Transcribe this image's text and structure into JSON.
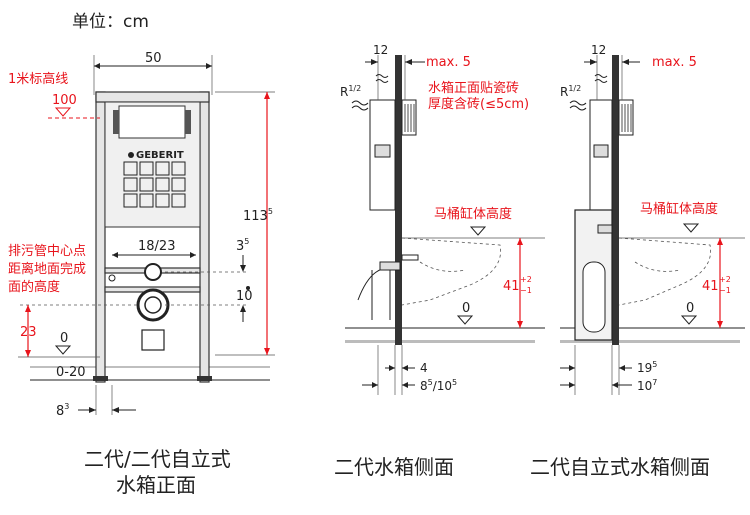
{
  "unit_label": "单位：cm",
  "front": {
    "width_dim": "50",
    "height_dim_main": "113",
    "height_dim_sup": "5",
    "ref_line_label": "1米标高线",
    "ref_value": "100",
    "brand": "GEBERIT",
    "pipe_dim": "18/23",
    "dim_3_main": "3",
    "dim_3_sup": "5",
    "dim_10": "10",
    "dim_23": "23",
    "zero": "0",
    "floor_range": "0-20",
    "foot_main": "8",
    "foot_sup": "3",
    "drain_note_1": "排污管中心点",
    "drain_note_2": "距离地面完成",
    "drain_note_3": "面的高度",
    "caption_1": "二代/二代自立式",
    "caption_2": "水箱正面"
  },
  "side1": {
    "dim_12": "12",
    "max_label": "max. 5",
    "r_label": "R",
    "r_frac": "1/2",
    "tile_note_1": "水箱正面贴瓷砖",
    "tile_note_2": "厚度含砖(≤5cm)",
    "bowl_height_label": "马桶缸体高度",
    "dim_41": "41",
    "dim_41_tol_top": "+2",
    "dim_41_tol_bot": "−1",
    "zero": "0",
    "dim_4": "4",
    "dim_8_main": "8",
    "dim_8_sup": "5",
    "dim_10_sup": "5",
    "dim_8_sep": "/10",
    "caption": "二代水箱侧面"
  },
  "side2": {
    "dim_12": "12",
    "max_label": "max. 5",
    "r_label": "R",
    "r_frac": "1/2",
    "bowl_height_label": "马桶缸体高度",
    "dim_41": "41",
    "dim_41_tol_top": "+2",
    "dim_41_tol_bot": "−1",
    "zero": "0",
    "dim_19_main": "19",
    "dim_19_sup": "5",
    "dim_10_main": "10",
    "dim_10_sup": "7",
    "caption": "二代自立式水箱侧面"
  }
}
